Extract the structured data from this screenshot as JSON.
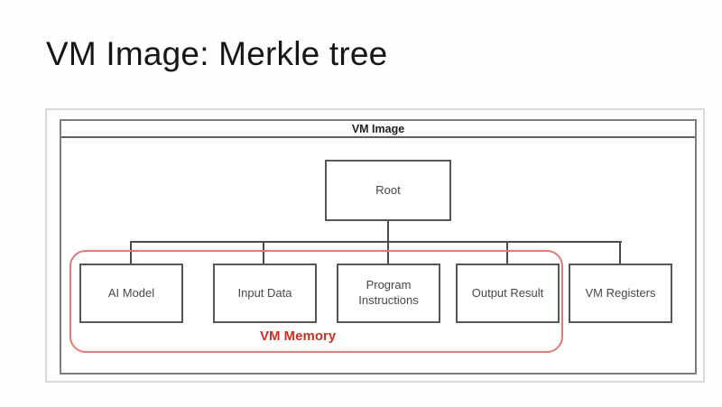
{
  "slide": {
    "title": "VM Image: Merkle tree"
  },
  "diagram": {
    "container_label": "VM Image",
    "root_node": "Root",
    "children": [
      {
        "label": "AI Model",
        "in_memory_group": true
      },
      {
        "label": "Input Data",
        "in_memory_group": true
      },
      {
        "label": "Program Instructions",
        "in_memory_group": true
      },
      {
        "label": "Output Result",
        "in_memory_group": true
      },
      {
        "label": "VM Registers",
        "in_memory_group": false
      }
    ],
    "memory_group_label": "VM Memory",
    "colors": {
      "title_text": "#161616",
      "outer_frame_border": "#dadada",
      "inner_frame_border": "#7d7d7d",
      "node_border": "#565656",
      "node_text": "#474747",
      "connector": "#4a4a4a",
      "memory_outline": "#e07a72",
      "memory_label_text": "#cd2f24",
      "background": "#fefefe"
    }
  }
}
